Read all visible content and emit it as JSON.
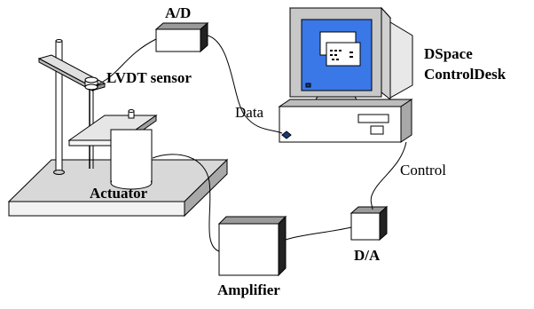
{
  "labels": {
    "ad": "A/D",
    "lvdt": "LVDT sensor",
    "data": "Data",
    "dspace_line1": "DSpace",
    "dspace_line2": "ControlDesk",
    "control": "Control",
    "actuator": "Actuator",
    "da": "D/A",
    "amplifier": "Amplifier"
  },
  "colors": {
    "screen_blue": "#3a78e8",
    "box_dark": "#222222",
    "panel_gray": "#c8c8c8",
    "line": "#000000"
  }
}
